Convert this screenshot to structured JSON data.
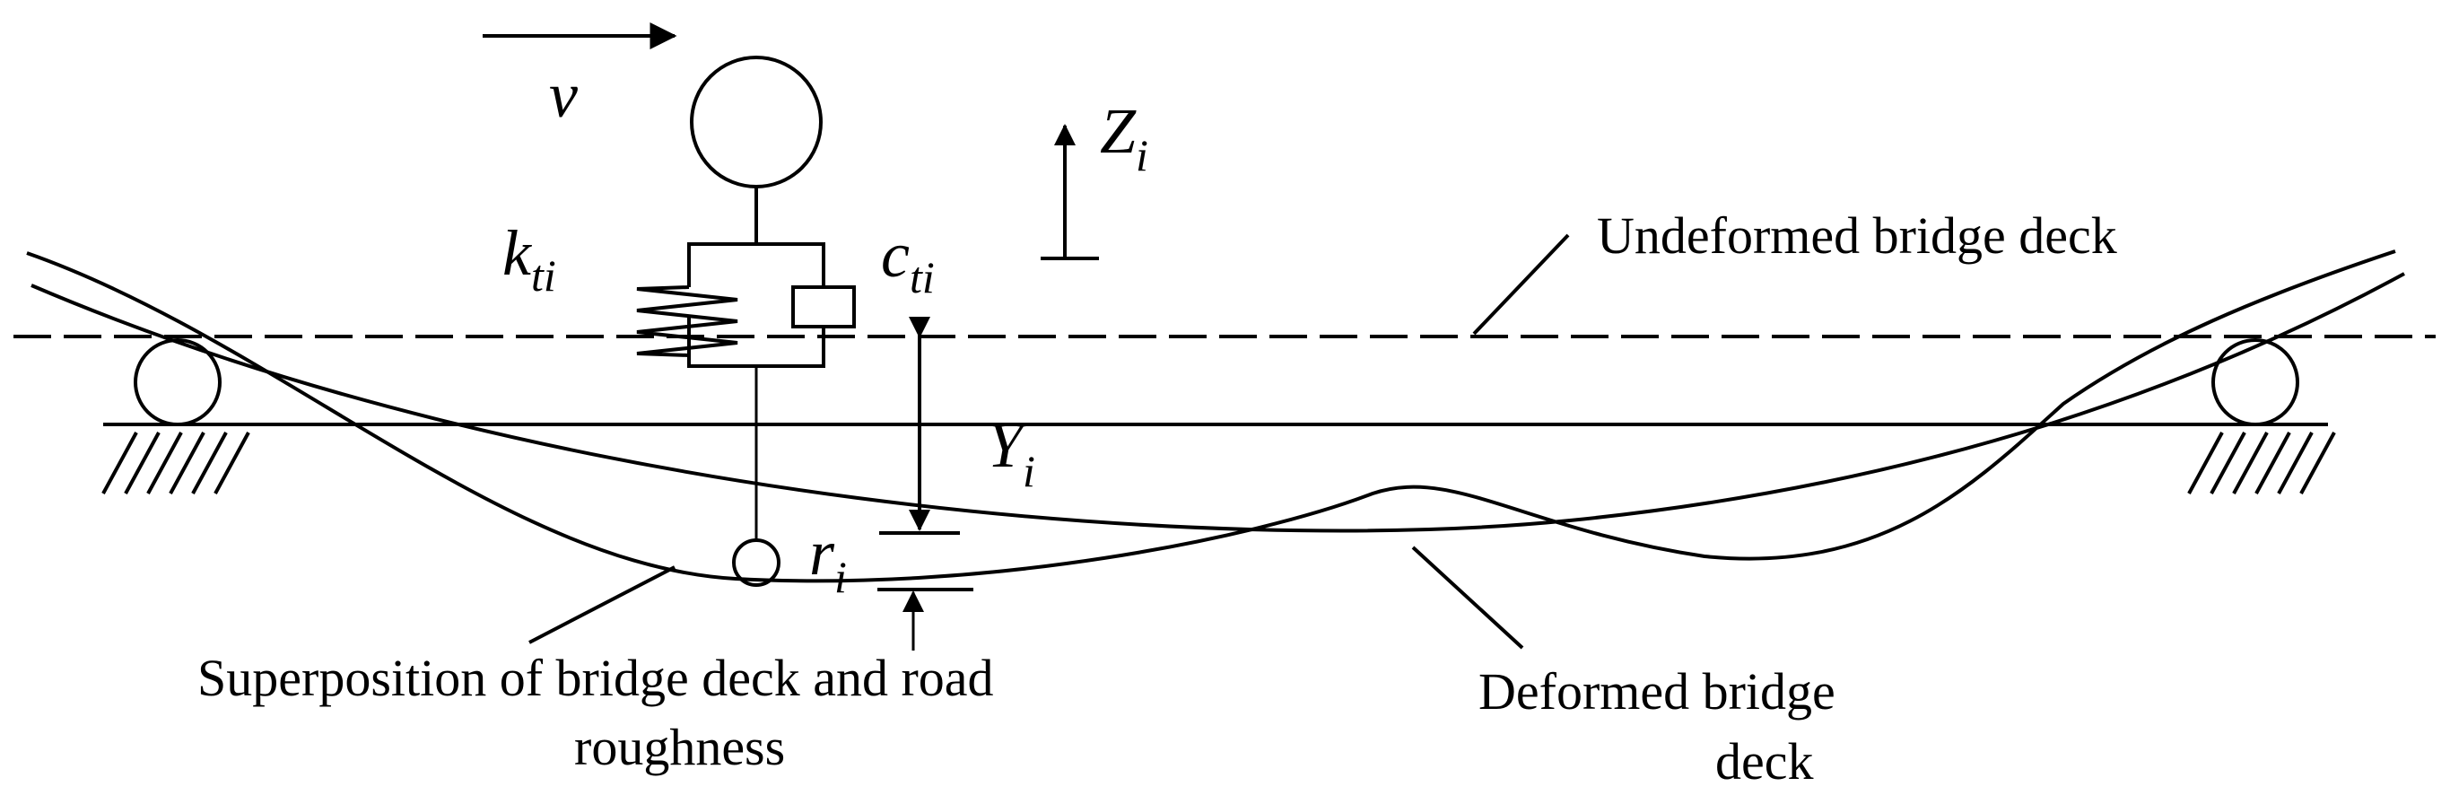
{
  "diagram": {
    "labels": {
      "velocity": "v",
      "stiffness": "k",
      "stiffness_sub": "ti",
      "damping": "c",
      "damping_sub": "ti",
      "vertical_axis": "Z",
      "vertical_axis_sub": "i",
      "deflection": "Y",
      "deflection_sub": "i",
      "roughness": "r",
      "roughness_sub": "i",
      "undeformed_deck": "Undeformed bridge deck",
      "deformed_deck_line1": "Deformed bridge",
      "deformed_deck_line2": "deck",
      "superposition_line1": "Superposition of bridge deck and road",
      "superposition_line2": "roughness"
    },
    "colors": {
      "stroke": "#000000",
      "background": "#ffffff"
    }
  }
}
